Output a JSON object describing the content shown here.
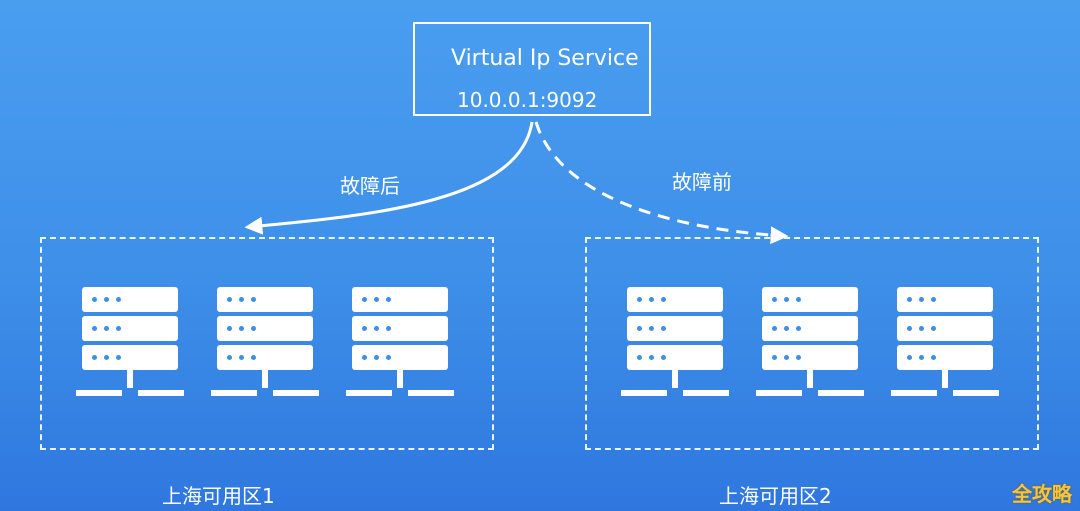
{
  "vip": {
    "title": "Virtual Ip Service",
    "address": "10.0.0.1:9092"
  },
  "arrows": {
    "after_label": "故障后",
    "before_label": "故障前"
  },
  "zones": [
    {
      "label": "上海可用区1",
      "servers": 3
    },
    {
      "label": "上海可用区2",
      "servers": 3
    }
  ],
  "watermark": "全攻略",
  "colors": {
    "background": "#3d8fe8",
    "foreground": "#ffffff",
    "watermark": "#f4c542"
  }
}
